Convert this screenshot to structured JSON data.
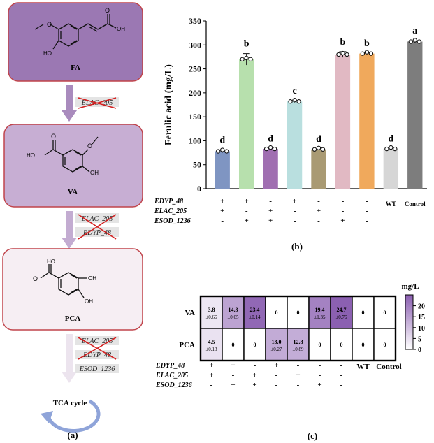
{
  "panel_a": {
    "label": "(a)",
    "boxes": [
      {
        "label": "FA",
        "fill": "#9b78b3",
        "stroke": "#c0444b"
      },
      {
        "label": "VA",
        "fill": "#c7aed3",
        "stroke": "#c0444b"
      },
      {
        "label": "PCA",
        "fill": "#f6eef3",
        "stroke": "#c0444b"
      }
    ],
    "atoms": {
      "ho": "HO",
      "oh": "OH"
    },
    "step1_genes": [
      "ELAC_205"
    ],
    "step2_genes": [
      "ELAC_205",
      "EDYP_48"
    ],
    "step3_genes": [
      "ELAC_205",
      "EDYP_48",
      "ESOD_1236"
    ],
    "tca_label": "TCA cycle"
  },
  "panel_b": {
    "label": "(b)",
    "row_labels": [
      "EDYP_48",
      "ELAC_205",
      "ESOD_1236"
    ],
    "signs": [
      [
        "+",
        "+",
        "-"
      ],
      [
        "+",
        "-",
        "+"
      ],
      [
        "-",
        "+",
        "+"
      ],
      [
        "+",
        "-",
        "-"
      ],
      [
        "-",
        "+",
        "-"
      ],
      [
        "-",
        "-",
        "+"
      ],
      [
        "-",
        "-",
        "-"
      ]
    ],
    "wt_label": "WT",
    "control_label": "Control"
  },
  "chart_data": {
    "type": "bar",
    "title": "",
    "ylabel": "Ferulic acid (mg/L)",
    "xlabel": "",
    "ylim": [
      0,
      350
    ],
    "yticks": [
      0,
      50,
      100,
      150,
      200,
      250,
      300,
      350
    ],
    "values": [
      78,
      270,
      83,
      182,
      82,
      280,
      282,
      83,
      307
    ],
    "errors": [
      3,
      12,
      1,
      2,
      1,
      6,
      1,
      1,
      2
    ],
    "letters": [
      "d",
      "b",
      "d",
      "c",
      "d",
      "b",
      "b",
      "d",
      "a"
    ],
    "colors": [
      "#7f95c2",
      "#b7e0ad",
      "#a06fb1",
      "#b9dfdf",
      "#a99a73",
      "#e1b9c3",
      "#f0a95c",
      "#d6d6d6",
      "#7d7d7d"
    ],
    "grid": false
  },
  "panel_c": {
    "label": "(c)",
    "unit": "mg/L",
    "rows": [
      {
        "name": "VA",
        "cells": [
          "3.8",
          "14.3",
          "23.4",
          "0",
          "0",
          "19.4",
          "24.7",
          "0",
          "0"
        ],
        "sds": [
          "±0.66",
          "±0.05",
          "±0.14",
          "",
          "",
          "±1.35",
          "±0.76",
          "",
          ""
        ],
        "values": [
          3.8,
          14.3,
          23.4,
          0,
          0,
          19.4,
          24.7,
          0,
          0
        ]
      },
      {
        "name": "PCA",
        "cells": [
          "4.5",
          "0",
          "0",
          "13.0",
          "12.8",
          "0",
          "0",
          "0",
          "0"
        ],
        "sds": [
          "±0.13",
          "",
          "",
          "±0.27",
          "±0.89",
          "",
          "",
          "",
          ""
        ],
        "values": [
          4.5,
          0,
          0,
          13.0,
          12.8,
          0,
          0,
          0,
          0
        ]
      }
    ],
    "colorbar_ticks": [
      "20",
      "15",
      "10",
      "5",
      "0"
    ],
    "colorbar_max": 25,
    "row_labels": [
      "EDYP_48",
      "ELAC_205",
      "ESOD_1236"
    ],
    "signs": [
      [
        "+",
        "+",
        "-"
      ],
      [
        "+",
        "-",
        "+"
      ],
      [
        "-",
        "+",
        "+"
      ],
      [
        "+",
        "-",
        "-"
      ],
      [
        "-",
        "+",
        "-"
      ],
      [
        "-",
        "-",
        "+"
      ],
      [
        "-",
        "-",
        "-"
      ]
    ],
    "wt_label": "WT",
    "control_label": "Control"
  }
}
